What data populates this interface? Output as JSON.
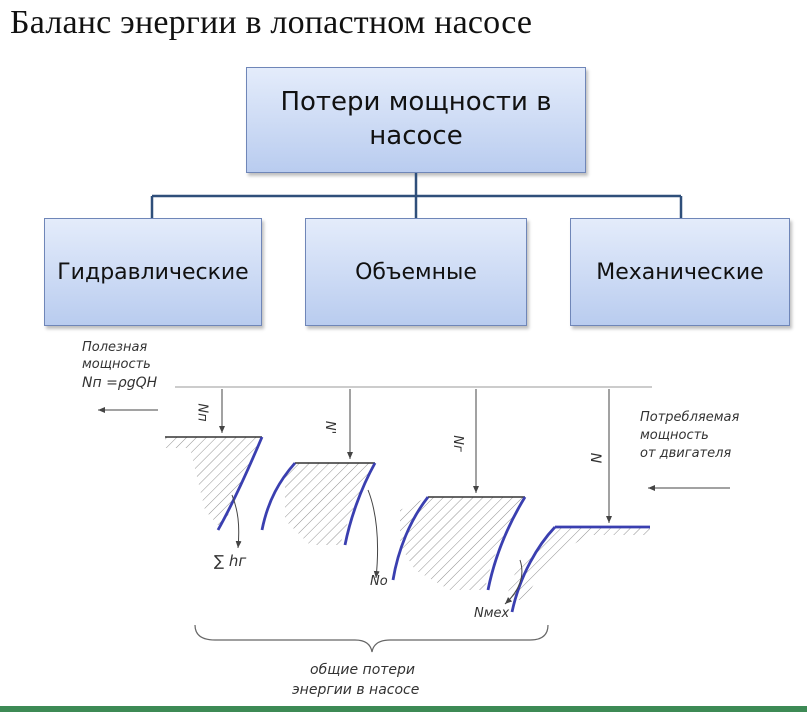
{
  "title": "Баланс энергии в лопастном насосе",
  "top_box": "Потери мощности в насосе",
  "categories": [
    "Гидравлические",
    "Объемные",
    "Механические"
  ],
  "labels": {
    "useful_line1": "Полезная",
    "useful_line2": "мощность",
    "useful_formula": "Nп =ρgQH",
    "consumed_line1": "Потребляемая",
    "consumed_line2": "мощность",
    "consumed_line3": "от двигателя",
    "n_p": "Nп",
    "n_prime": "N'",
    "n_g": "Nг",
    "n": "N",
    "sum_h": "∑ hг",
    "n_o": "No",
    "n_mech": "Nмех",
    "total_line1": "общие потери",
    "total_line2": "энергии в насосе"
  },
  "colors": {
    "box_border": "#6f86b8",
    "connector": "#2f4f7a",
    "curve": "#3a3fb0",
    "line": "#555555"
  }
}
